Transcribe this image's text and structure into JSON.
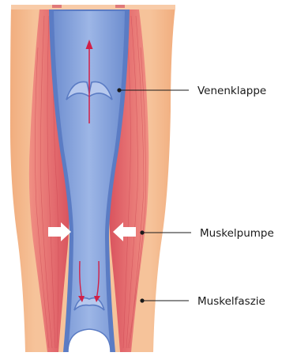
{
  "labels": {
    "valve": "Venenklappe",
    "pump": "Muskelpumpe",
    "fascia": "Muskelfaszie"
  },
  "colors": {
    "tissue": "#f4b98a",
    "muscle": "#e26a6e",
    "vein": "#7b9ad6",
    "vein_light": "#a6bde8",
    "arrow_flow": "#d11f47",
    "arrow_press": "#ffffff"
  }
}
